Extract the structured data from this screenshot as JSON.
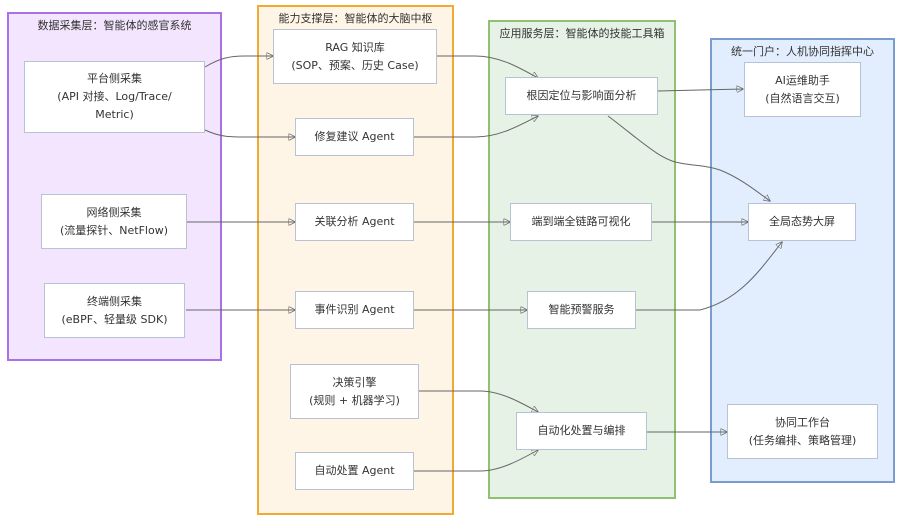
{
  "layers": {
    "data": {
      "title": "数据采集层：智能体的感官系统",
      "nodes": {
        "platform": {
          "line1": "平台侧采集",
          "line2": "(API 对接、Log/Trace/",
          "line3": "Metric)"
        },
        "network": {
          "line1": "网络侧采集",
          "line2": "(流量探针、NetFlow)"
        },
        "endpoint": {
          "line1": "终端侧采集",
          "line2": "(eBPF、轻量级 SDK)"
        }
      }
    },
    "capability": {
      "title": "能力支撑层：智能体的大脑中枢",
      "nodes": {
        "rag": {
          "line1": "RAG 知识库",
          "line2": "(SOP、预案、历史 Case)"
        },
        "repair": {
          "line1": "修复建议 Agent"
        },
        "correlation": {
          "line1": "关联分析 Agent"
        },
        "event": {
          "line1": "事件识别 Agent"
        },
        "decision": {
          "line1": "决策引擎",
          "line2": "(规则 + 机器学习)"
        },
        "auto": {
          "line1": "自动处置 Agent"
        }
      }
    },
    "service": {
      "title": "应用服务层：智能体的技能工具箱",
      "nodes": {
        "rootcause": {
          "line1": "根因定位与影响面分析"
        },
        "e2e": {
          "line1": "端到端全链路可视化"
        },
        "alert": {
          "line1": "智能预警服务"
        },
        "orchestration": {
          "line1": "自动化处置与编排"
        }
      }
    },
    "portal": {
      "title": "统一门户：人机协同指挥中心",
      "nodes": {
        "assistant": {
          "line1": "AI运维助手",
          "line2": "(自然语言交互)"
        },
        "dashboard": {
          "line1": "全局态势大屏"
        },
        "workbench": {
          "line1": "协同工作台",
          "line2": "(任务编排、策略管理)"
        }
      }
    }
  },
  "edges": [
    {
      "from": "平台侧采集",
      "to": "RAG 知识库"
    },
    {
      "from": "平台侧采集",
      "to": "修复建议 Agent"
    },
    {
      "from": "网络侧采集",
      "to": "关联分析 Agent"
    },
    {
      "from": "终端侧采集",
      "to": "事件识别 Agent"
    },
    {
      "from": "RAG 知识库",
      "to": "根因定位与影响面分析"
    },
    {
      "from": "修复建议 Agent",
      "to": "根因定位与影响面分析"
    },
    {
      "from": "关联分析 Agent",
      "to": "端到端全链路可视化"
    },
    {
      "from": "事件识别 Agent",
      "to": "智能预警服务"
    },
    {
      "from": "决策引擎",
      "to": "自动化处置与编排"
    },
    {
      "from": "自动处置 Agent",
      "to": "自动化处置与编排"
    },
    {
      "from": "根因定位与影响面分析",
      "to": "AI运维助手"
    },
    {
      "from": "根因定位与影响面分析",
      "to": "全局态势大屏"
    },
    {
      "from": "端到端全链路可视化",
      "to": "全局态势大屏"
    },
    {
      "from": "智能预警服务",
      "to": "全局态势大屏"
    },
    {
      "from": "自动化处置与编排",
      "to": "协同工作台"
    }
  ]
}
